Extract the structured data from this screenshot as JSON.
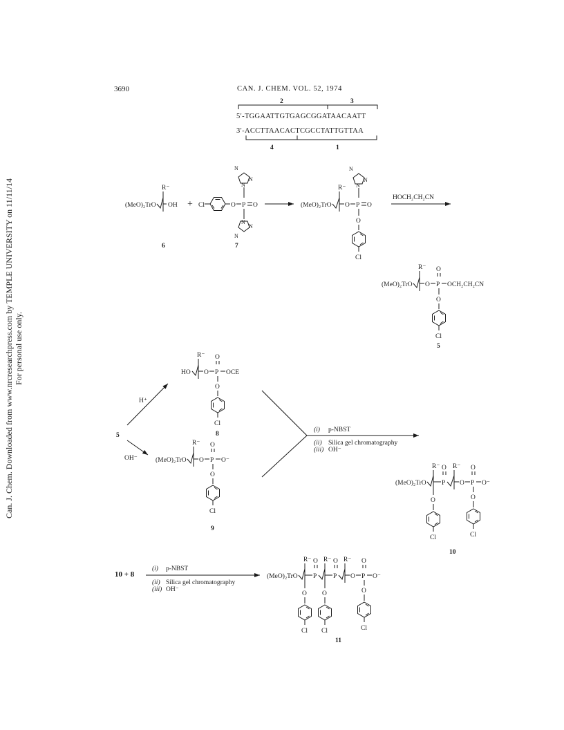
{
  "header": {
    "page_number": "3690",
    "running_head": "CAN. J. CHEM. VOL. 52, 1974"
  },
  "side_note": {
    "line1": "Can. J. Chem. Downloaded from www.nrcresearchpress.com by TEMPLE UNIVERSITY on 11/11/14",
    "line2": "For personal use only."
  },
  "duplex": {
    "top_strand": "5′-TGGAATTGTGAGCGGATAACAATT",
    "bottom_strand": "3′-ACCTTAACACTCGCCTATTGTTAA",
    "top_brackets": [
      "2",
      "3"
    ],
    "bottom_brackets": [
      "4",
      "1"
    ]
  },
  "scheme1": {
    "reactant_6_group": "(MeO)₂TrO",
    "reactant_6_oh": "OH",
    "reactant_6_r": "R⁻",
    "plus": "+",
    "cl": "Cl",
    "p": "P",
    "o": "O",
    "n": "N",
    "label_6": "6",
    "label_7": "7",
    "intermediate_group": "(MeO)₂TrO",
    "reagent": "HOCH₂CH₂CN",
    "product_5_group": "(MeO)₂TrO",
    "product_5_chain": "OCH₂CH₂CN",
    "label_5": "5"
  },
  "scheme2": {
    "start": "5",
    "acid": "H⁺",
    "base": "OH⁻",
    "comp8_ho": "HO",
    "comp8_oce": "OCE",
    "label_8": "8",
    "comp9_group": "(MeO)₂TrO",
    "o_minus": "O⁻",
    "label_9": "9",
    "step1_num": "(i)",
    "step1": "p-NBST",
    "step2_num": "(ii)",
    "step2": "Silica gel chromatography",
    "step3_num": "(iii)",
    "step3": "OH⁻",
    "comp10_group": "(MeO)₂TrO",
    "label_10": "10"
  },
  "scheme3": {
    "reactants": "10 + 8",
    "step1_num": "(i)",
    "step1": "p-NBST",
    "step2_num": "(ii)",
    "step2": "Silica gel chromatography",
    "step3_num": "(iii)",
    "step3": "OH⁻",
    "comp11_group": "(MeO)₂TrO",
    "label_11": "11"
  }
}
